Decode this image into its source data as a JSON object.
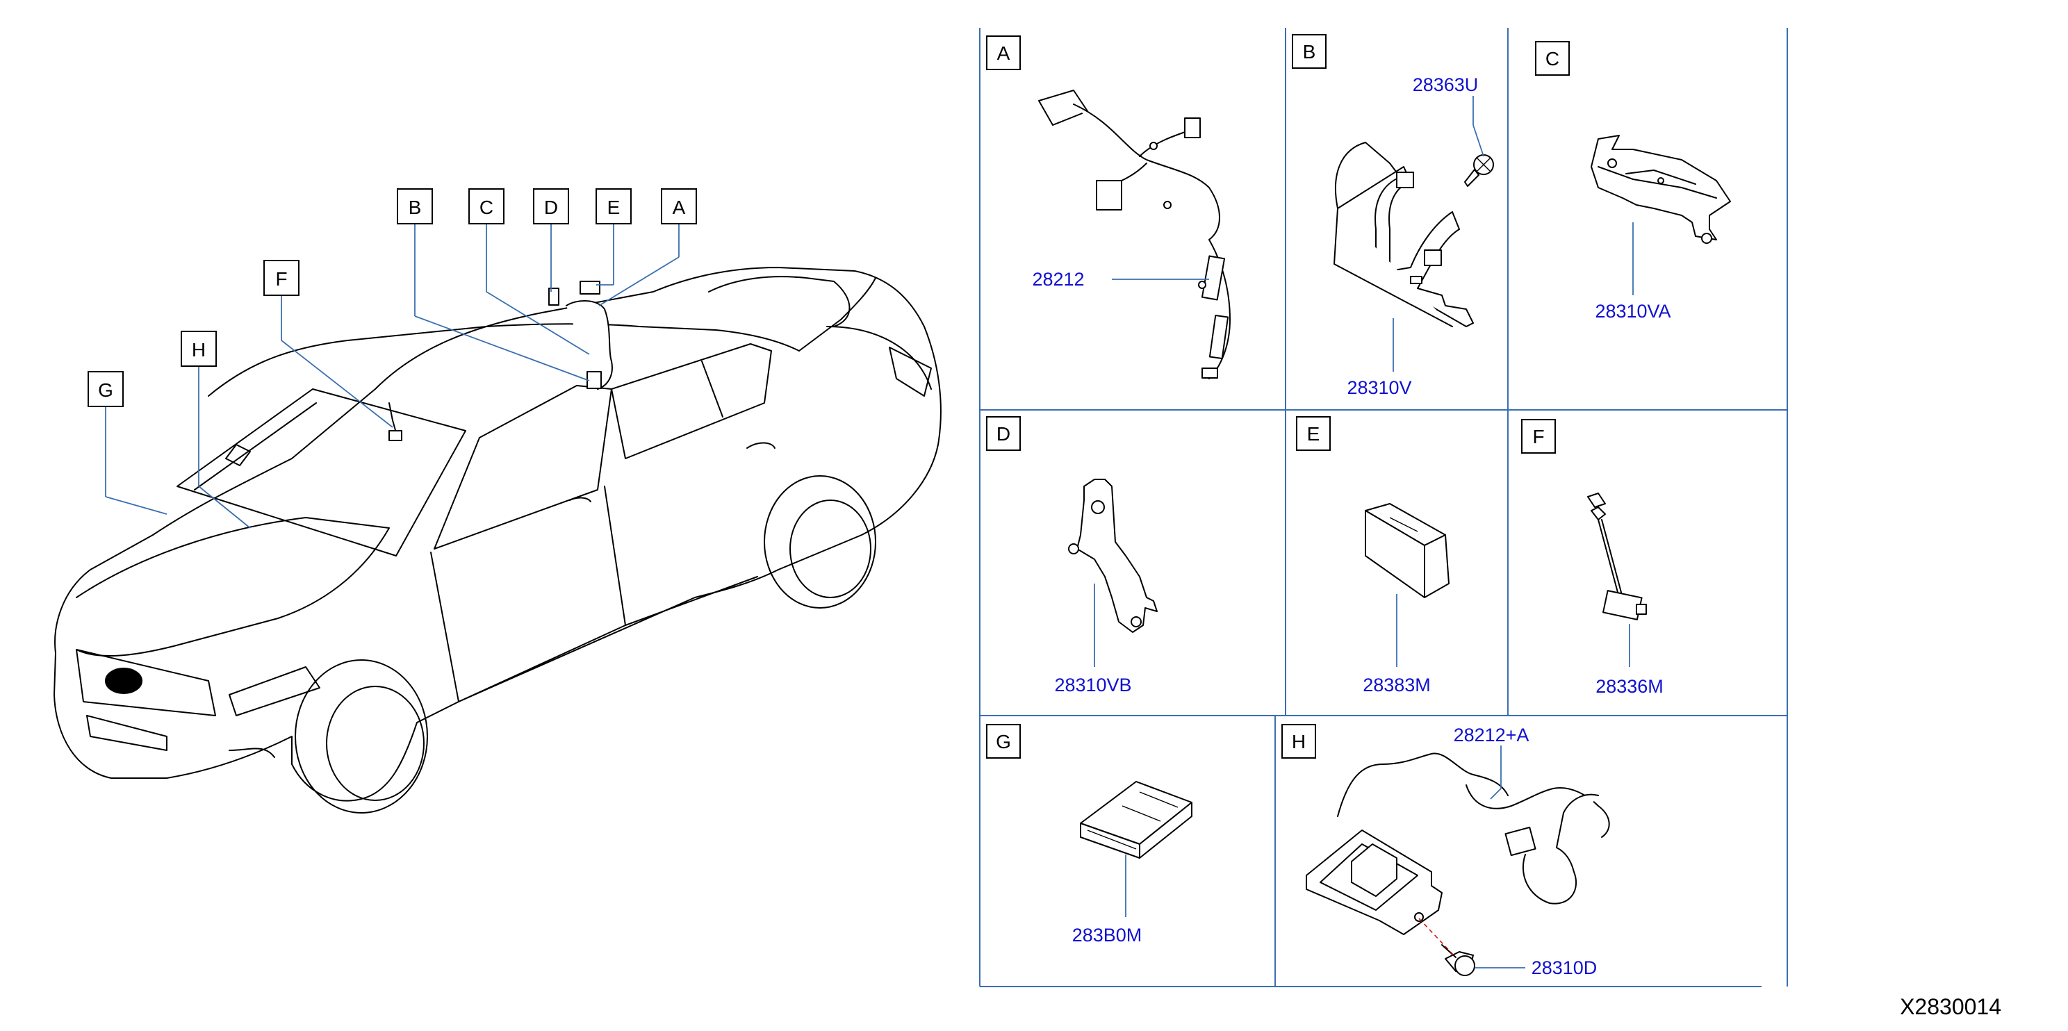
{
  "callouts": {
    "B": "B",
    "C": "C",
    "D": "D",
    "E": "E",
    "A": "A",
    "F": "F",
    "H": "H",
    "G": "G"
  },
  "panels": {
    "A": {
      "letter": "A",
      "part": "28212"
    },
    "B": {
      "letter": "B",
      "part_bracket": "28310V",
      "part_screw": "28363U"
    },
    "C": {
      "letter": "C",
      "part": "28310VA"
    },
    "D": {
      "letter": "D",
      "part": "28310VB"
    },
    "E": {
      "letter": "E",
      "part": "28383M"
    },
    "F": {
      "letter": "F",
      "part": "28336M"
    },
    "G": {
      "letter": "G",
      "part": "283B0M"
    },
    "H": {
      "letter": "H",
      "part_harness": "28212+A",
      "part_bolt": "28310D"
    }
  },
  "diagram_ref": "X2830014",
  "colors": {
    "part_number": "#1010d0",
    "leader": "#3a6fb0",
    "line": "#000000"
  }
}
